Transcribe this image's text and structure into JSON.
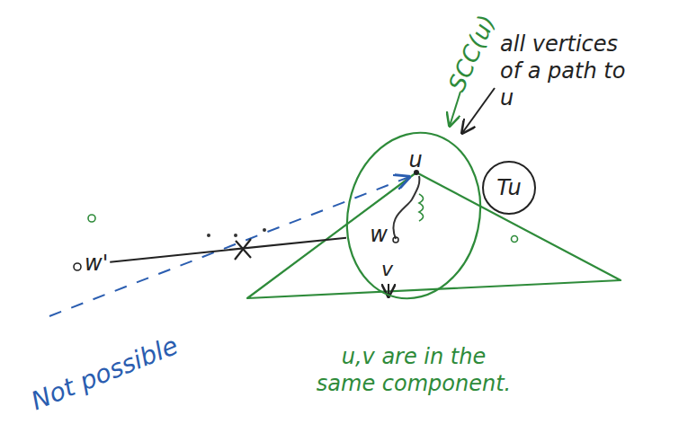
{
  "diagram": {
    "nodes": [
      {
        "text": [
          "SCC(u)",
          "u",
          "w"
        ]
      },
      {
        "text": [
          "Tu"
        ]
      },
      {
        "text": [
          "w'"
        ]
      }
    ],
    "edges": [
      {
        "from": 2,
        "to": 0,
        "arrow": "none"
      }
    ],
    "labels": [
      "all vertices of a path to u",
      "v",
      "Not possible",
      "u,v are in the same component."
    ]
  }
}
